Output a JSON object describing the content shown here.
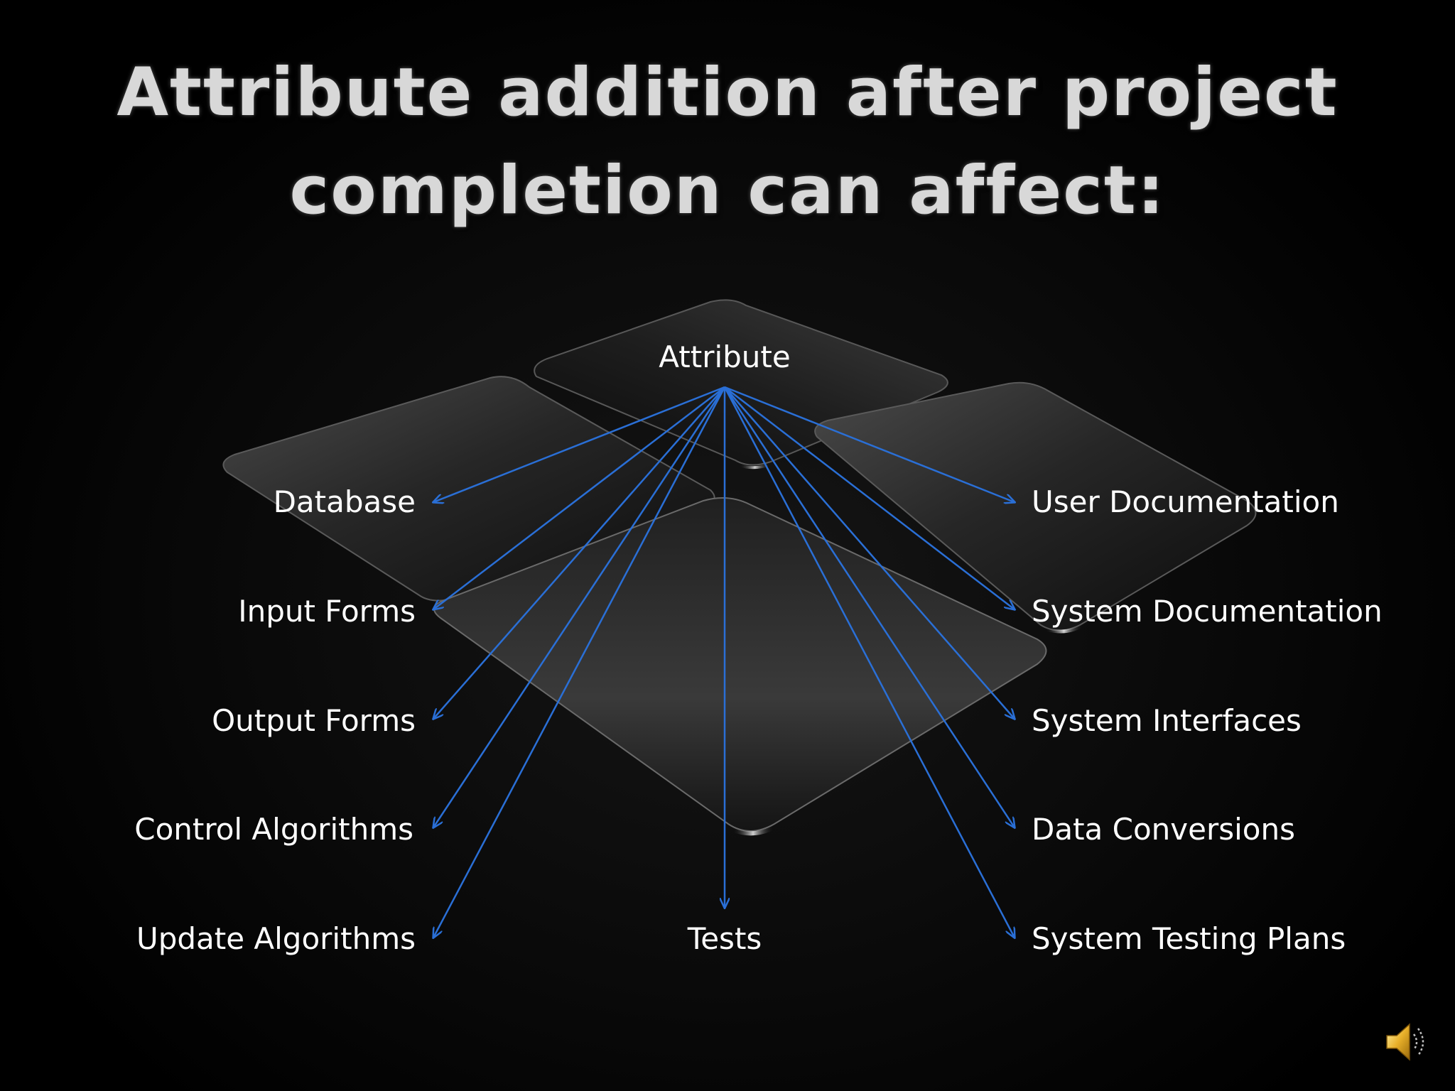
{
  "slide": {
    "title_lines": [
      "Attribute addition after project",
      "completion can affect:"
    ]
  },
  "diagram": {
    "root": "Attribute",
    "left_nodes": [
      "Database",
      "Input Forms",
      "Output Forms",
      "Control Algorithms",
      "Update Algorithms"
    ],
    "center_nodes": [
      "Tests"
    ],
    "right_nodes": [
      "User Documentation",
      "System Documentation",
      "System Interfaces",
      "Data Conversions",
      "System Testing Plans"
    ],
    "edges": [
      {
        "from": "Attribute",
        "to": "Database"
      },
      {
        "from": "Attribute",
        "to": "Input Forms"
      },
      {
        "from": "Attribute",
        "to": "Output Forms"
      },
      {
        "from": "Attribute",
        "to": "Control Algorithms"
      },
      {
        "from": "Attribute",
        "to": "Update Algorithms"
      },
      {
        "from": "Attribute",
        "to": "Tests"
      },
      {
        "from": "Attribute",
        "to": "User Documentation"
      },
      {
        "from": "Attribute",
        "to": "System Documentation"
      },
      {
        "from": "Attribute",
        "to": "System Interfaces"
      },
      {
        "from": "Attribute",
        "to": "Data Conversions"
      },
      {
        "from": "Attribute",
        "to": "System Testing Plans"
      }
    ],
    "edge_color": "#2a6fd6",
    "label_color": "#ffffff"
  },
  "icons": {
    "audio": "speaker-icon"
  }
}
